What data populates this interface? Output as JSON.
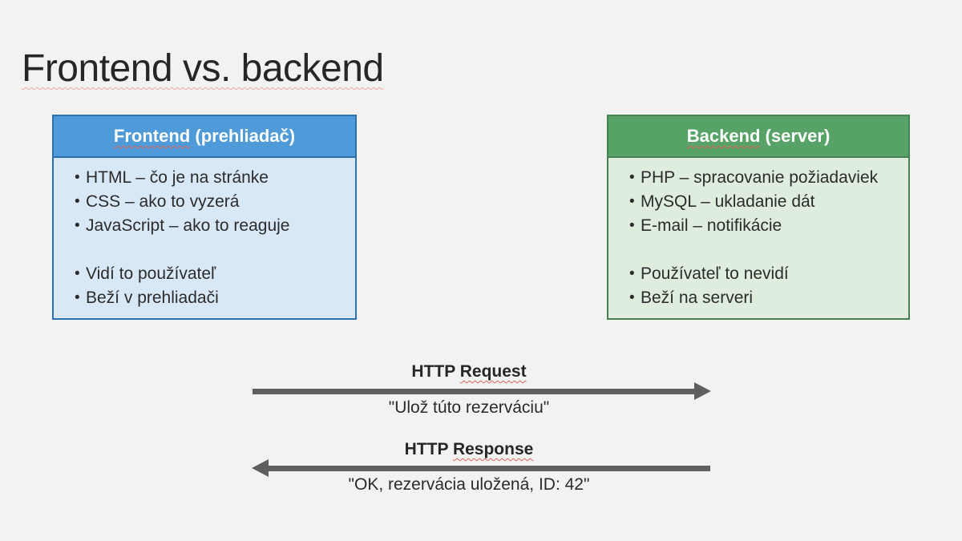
{
  "title": "Frontend vs. backend",
  "boxes": {
    "frontend": {
      "name": "Frontend",
      "suffix": " (prehliadač)",
      "bullets_top": [
        "HTML – čo je na stránke",
        "CSS – ako to vyzerá",
        "JavaScript – ako to reaguje"
      ],
      "bullets_bottom": [
        "Vidí to používateľ",
        "Beží v prehliadači"
      ]
    },
    "backend": {
      "name": "Backend",
      "suffix": " (server)",
      "bullets_top": [
        "PHP – spracovanie požiadaviek",
        "MySQL – ukladanie dát",
        "E-mail – notifikácie"
      ],
      "bullets_bottom": [
        "Používateľ to nevidí",
        "Beží na serveri"
      ]
    }
  },
  "flows": {
    "request": {
      "label_plain": "HTTP ",
      "label_marked": "Request",
      "caption": "\"Ulož túto rezerváciu\"",
      "direction": "right"
    },
    "response": {
      "label_plain": "HTTP ",
      "label_marked": "Response",
      "caption": "\"OK, rezervácia uložená, ID: 42\"",
      "direction": "left"
    }
  },
  "theme": {
    "background": "#f2f2f2",
    "text": "#2b2b2b",
    "arrow": "#5f5f5f",
    "squiggle": "#e2625a",
    "squiggle_light": "#f0a6a2",
    "frontend_header": "#4f9ad8",
    "frontend_body": "#d9e8f7",
    "frontend_border": "#2c70ad",
    "backend_header": "#57a267",
    "backend_body": "#deedde",
    "backend_border": "#47814f"
  }
}
